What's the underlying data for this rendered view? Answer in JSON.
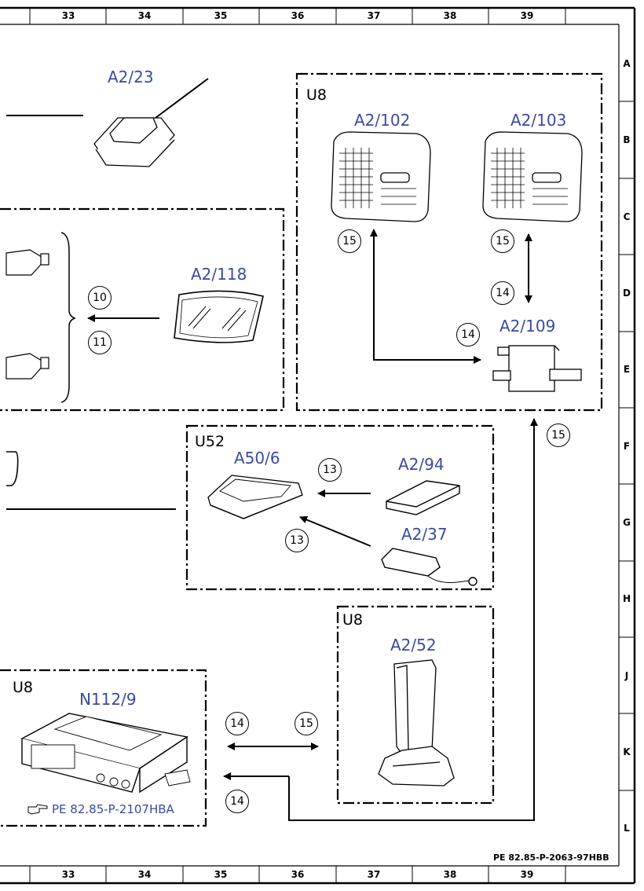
{
  "grid": {
    "columns": [
      "33",
      "34",
      "35",
      "36",
      "37",
      "38",
      "39"
    ],
    "rows": [
      "A",
      "B",
      "C",
      "D",
      "E",
      "F",
      "G",
      "H",
      "J",
      "K",
      "L"
    ]
  },
  "groups": {
    "u8_top": "U8",
    "u52": "U52",
    "u8_mid": "U8",
    "u8_bottom": "U8"
  },
  "components": {
    "a2_23": "A2/23",
    "a2_102": "A2/102",
    "a2_103": "A2/103",
    "a2_118": "A2/118",
    "a2_109": "A2/109",
    "a50_6": "A50/6",
    "a2_94": "A2/94",
    "a2_37": "A2/37",
    "a2_52": "A2/52",
    "n112_9": "N112/9"
  },
  "callouts": {
    "c10": "10",
    "c11": "11",
    "c15a": "15",
    "c15b": "15",
    "c14a": "14",
    "c14b": "14",
    "c15c": "15",
    "c13a": "13",
    "c13b": "13",
    "c14c": "14",
    "c15d": "15",
    "c14d": "14"
  },
  "reference": {
    "icon": "pointing-hand-icon",
    "text": "PE 82.85-P-2107HBA"
  },
  "document_id": "PE 82.85-P-2063-97HBB",
  "colors": {
    "label_blue": "#3b4aa0",
    "line": "#000000"
  }
}
